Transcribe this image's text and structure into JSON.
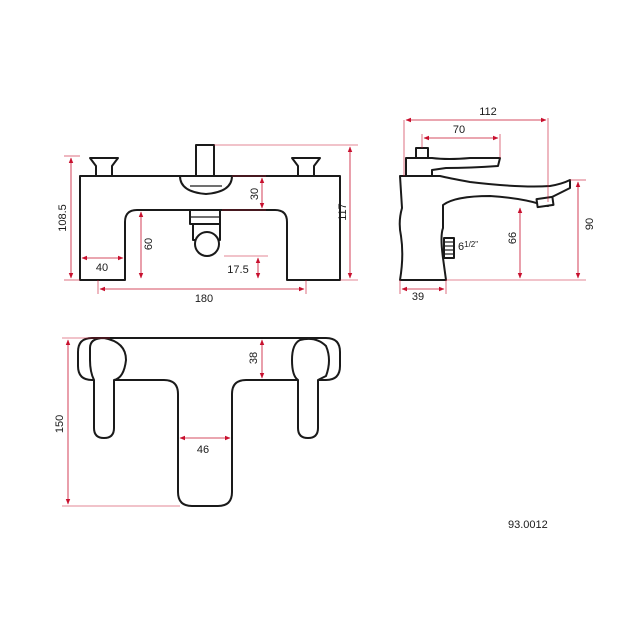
{
  "dimensions": {
    "front_width": "180",
    "front_leg": "40",
    "front_height": "108.5",
    "front_total_height": "117",
    "front_clearance": "60",
    "front_diverter": "30",
    "front_outlet": "17.5",
    "side_reach": "112",
    "side_handle_reach": "70",
    "side_height": "90",
    "side_spout_height": "66",
    "side_depth": "39",
    "side_thread_base": "6",
    "side_thread_fraction": "1/2\"",
    "plan_depth": "150",
    "plan_handle": "38",
    "plan_spout": "46"
  },
  "product_code": "93.0012",
  "colors": {
    "outline": "#1a1a1a",
    "dimension": "#c8102e"
  }
}
